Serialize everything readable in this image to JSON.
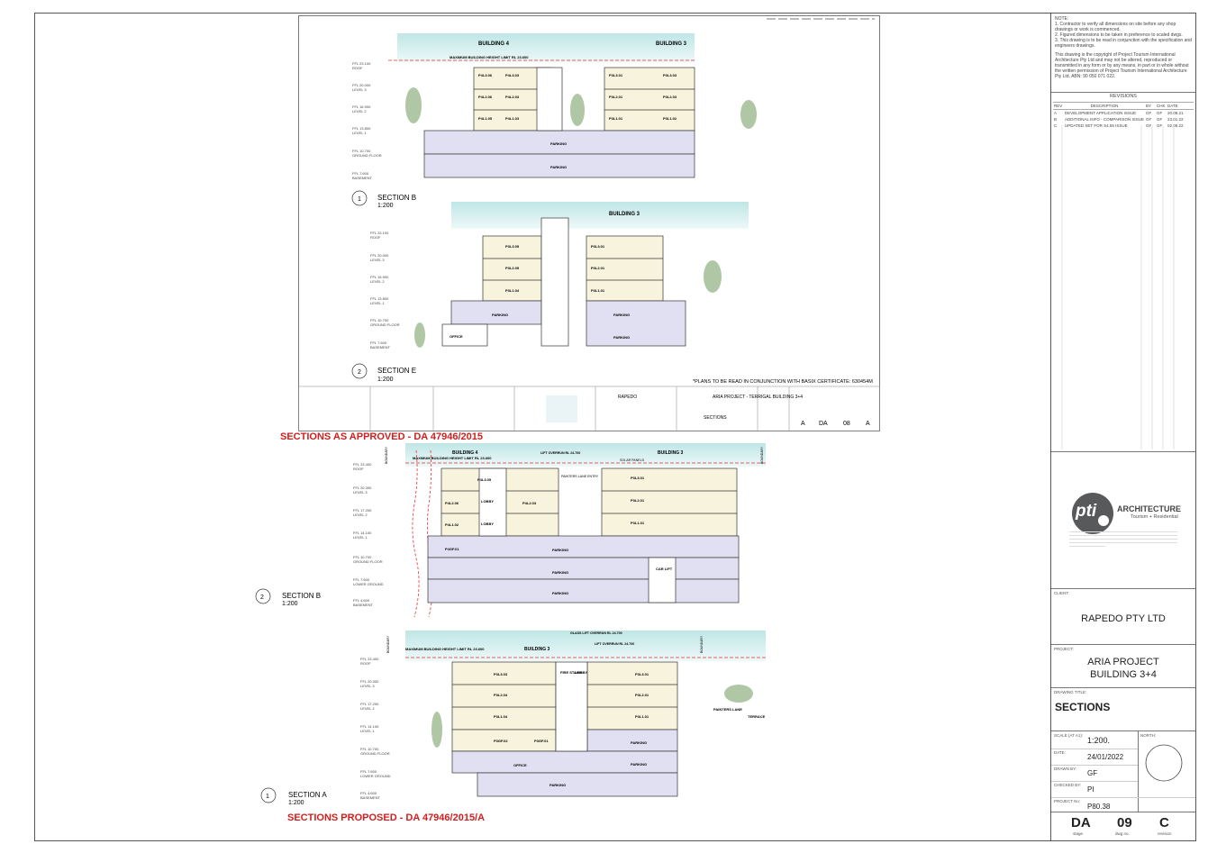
{
  "notes": {
    "heading": "NOTE:",
    "items": [
      "1. Contractor to verify all dimensions on site before any shop drawings or work is commenced.",
      "2. Figured dimensions to be taken in preference to scaled dwgs.",
      "3. This drawing is to be read in conjunction with the specification and engineers drawings."
    ],
    "copyright": "This drawing is the copyright of Project Tourism International Architecture Pty Ltd and may not be altered, reproduced or transmitted in any form or by any means, in part or in whole without the written permission of Project Tourism International Architecture Pty Ltd. ABN: 90 050 071 022."
  },
  "revisions": {
    "heading": "REVISIONS",
    "columns": [
      "REV",
      "DESCRIPTION",
      "BY",
      "CHK",
      "DATE"
    ],
    "rows": [
      [
        "A",
        "DEVELOPMENT APPLICATION ISSUE",
        "GF",
        "GF",
        "20.08.21"
      ],
      [
        "B",
        "ADDITIONAL INFO - COMPARISON ISSUE",
        "GF",
        "GF",
        "23.01.22"
      ],
      [
        "C",
        "UPDATED SET FOR S4.55 ISSUE",
        "GF",
        "GF",
        "02.05.22"
      ]
    ]
  },
  "logo": {
    "mark": "pti",
    "name": "ARCHITECTURE",
    "tagline": "Tourism + Residential"
  },
  "client": {
    "label": "CLIENT:",
    "value": "RAPEDO PTY LTD"
  },
  "project": {
    "label": "PROJECT:",
    "line1": "ARIA PROJECT",
    "line2": "BUILDING 3+4"
  },
  "drawing_title": {
    "label": "DRAWING TITLE:",
    "value": "SECTIONS"
  },
  "scale": {
    "label": "SCALE (AT A1):",
    "value": "1:200."
  },
  "north": {
    "label": "NORTH:"
  },
  "date": {
    "label": "DATE:",
    "value": "24/01/2022"
  },
  "drawn_by": {
    "label": "DRAWN BY:",
    "value": "GF"
  },
  "checked_by": {
    "label": "CHECKED BY:",
    "value": "PI"
  },
  "project_no": {
    "label": "PROJECT No:",
    "value": "P80.38"
  },
  "sheet": {
    "stage": "DA",
    "dwg": "09",
    "rev": "C",
    "stage_label": "stage",
    "dwg_label": "dwg no.",
    "rev_label": "revision"
  },
  "approved": {
    "title": "SECTIONS AS APPROVED - DA 47946/2015",
    "basix_note": "*PLANS TO BE READ IN CONJUNCTION WITH BASIX CERTIFICATE: 630454M",
    "tb_client": "RAPEDO",
    "tb_project": "ARIA PROJECT - TERRIGAL BUILDING 3+4",
    "tb_title": "SECTIONS",
    "tb_sheet": [
      "A",
      "DA",
      "08",
      "A"
    ],
    "section_b": {
      "num": "1",
      "name": "SECTION B",
      "scale": "1:200"
    },
    "section_e": {
      "num": "2",
      "name": "SECTION E",
      "scale": "1:200"
    },
    "sb_building4": "BUILDING 4",
    "sb_building3": "BUILDING 3",
    "sb_height": "MAXIMUM BUILDING HEIGHT LIMIT RL 23.600",
    "se_building3": "BUILDING 3",
    "levels_b": [
      {
        "rl": "FFL 23.100",
        "name": "ROOF"
      },
      {
        "rl": "FFL 20.000",
        "name": "LEVEL 3"
      },
      {
        "rl": "FFL 16.900",
        "name": "LEVEL 2"
      },
      {
        "rl": "FFL 13.800",
        "name": "LEVEL 1"
      },
      {
        "rl": "FFL 10.700",
        "name": "GROUND FLOOR"
      },
      {
        "rl": "FFL 7.600",
        "name": "BASEMENT"
      }
    ],
    "levels_e": [
      {
        "rl": "FFL 23.100",
        "name": "ROOF"
      },
      {
        "rl": "FFL 20.000",
        "name": "LEVEL 3"
      },
      {
        "rl": "FFL 16.900",
        "name": "LEVEL 2"
      },
      {
        "rl": "FFL 13.800",
        "name": "LEVEL 1"
      },
      {
        "rl": "FFL 10.700",
        "name": "GROUND FLOOR"
      },
      {
        "rl": "FFL 7.600",
        "name": "BASEMENT"
      }
    ],
    "units_b4": [
      "P4L3.06",
      "P4L3.03",
      "P4L2.06",
      "P4L2.03",
      "P4L1.05",
      "P4L1.03"
    ],
    "units_b3": [
      "P3L3.01",
      "P3L3.03",
      "P3L2.01",
      "P3L2.03",
      "P3L1.01",
      "P3L1.02"
    ],
    "units_e": [
      "P3L3.05",
      "P3L3.01",
      "P3L2.05",
      "P3L2.01",
      "P3L1.04",
      "P3L1.01"
    ],
    "parking": "PARKING",
    "office": "OFFICE"
  },
  "proposed": {
    "title": "SECTIONS PROPOSED - DA 47946/2015/A",
    "section_b": {
      "num": "2",
      "name": "SECTION B",
      "scale": "1:200"
    },
    "section_a": {
      "num": "1",
      "name": "SECTION A",
      "scale": "1:200"
    },
    "b_building4": "BUILDING 4",
    "b_building3": "BUILDING 3",
    "b_height": "MAXIMUM BUILDING HEIGHT LIMIT RL 23.600",
    "b_lift": "LIFT OVERRUN RL 24.700",
    "b_solar": "SOLAR PANELS",
    "b_entry": "PAINTERS LANE ENTRY",
    "boundary": "BOUNDARY",
    "car_lift": "CAR LIFT",
    "lobby": "LOBBY",
    "a_building3": "BUILDING 3",
    "a_height": "MAXIMUM BUILDING HEIGHT LIMIT RL 23.600",
    "a_glass_lift": "GLASS LIFT OVERRUN RL 24.700",
    "a_lift": "LIFT OVERRUN RL 24.700",
    "a_lane": "PAINTERS LANE",
    "a_terrace": "TERRACE",
    "fire_stairs": "FIRE STAIRS",
    "levels_b": [
      {
        "rl": "FFL 23.400",
        "name": "ROOF"
      },
      {
        "rl": "FFL 20.300",
        "name": "LEVEL 3"
      },
      {
        "rl": "FFL 17.200",
        "name": "LEVEL 2"
      },
      {
        "rl": "FFL 14.100",
        "name": "LEVEL 1"
      },
      {
        "rl": "FFL 10.700",
        "name": "GROUND FLOOR"
      },
      {
        "rl": "FFL 7.600",
        "name": "LOWER GROUND"
      },
      {
        "rl": "FFL 4.600",
        "name": "BASEMENT"
      }
    ],
    "levels_a": [
      {
        "rl": "FFL 23.400",
        "name": "ROOF"
      },
      {
        "rl": "FFL 20.300",
        "name": "LEVEL 3"
      },
      {
        "rl": "FFL 17.200",
        "name": "LEVEL 2"
      },
      {
        "rl": "FFL 14.100",
        "name": "LEVEL 1"
      },
      {
        "rl": "FFL 10.700",
        "name": "GROUND FLOOR"
      },
      {
        "rl": "FFL 7.600",
        "name": "LOWER GROUND"
      },
      {
        "rl": "FFL 4.600",
        "name": "BASEMENT"
      }
    ],
    "units_b4": [
      "P4L3.05",
      "P4L2.06",
      "P4L2.03",
      "P4L1.02",
      "P4GF.01"
    ],
    "units_b3": [
      "P3L3.01",
      "P3L2.01",
      "P3L1.01"
    ],
    "units_a": [
      "P3L3.03",
      "P3L3.01",
      "P3L2.04",
      "P3L2.01",
      "P3L1.04",
      "P3L1.01",
      "P3GF.02",
      "P3GF.01"
    ],
    "parking": "PARKING",
    "office": "OFFICE"
  }
}
